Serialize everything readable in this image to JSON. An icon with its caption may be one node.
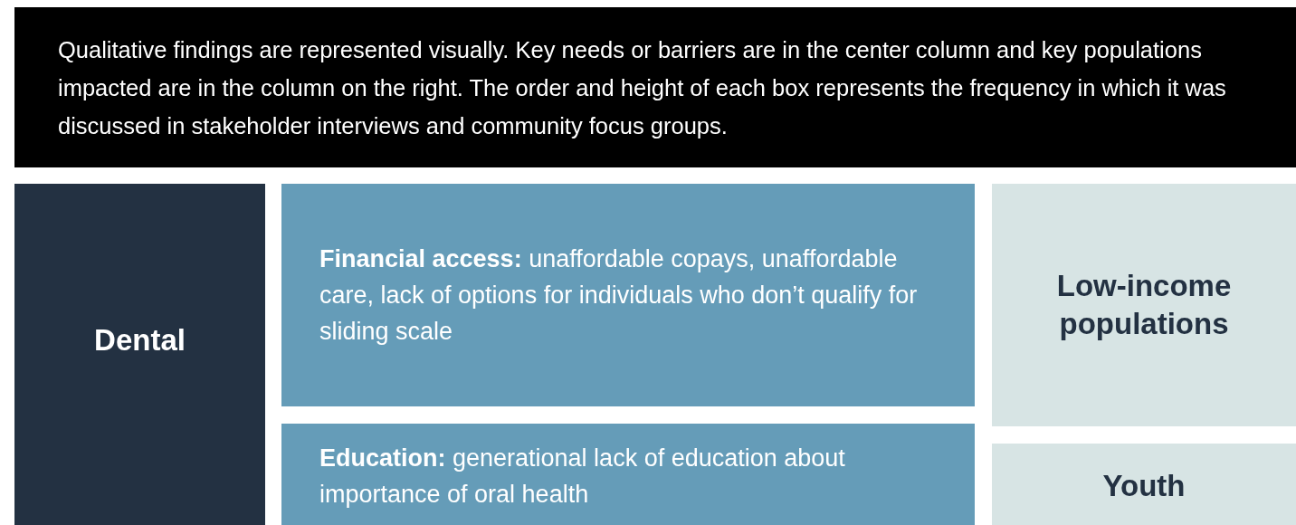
{
  "diagram": {
    "nodes": [
      {
        "text": [
          "Qualitative findings are represented visually. Key needs or barriers are in the center column and key populations impacted are in the column on the right. The order and height of each box represents the frequency in which it was discussed in stakeholder interviews and community focus groups."
        ]
      },
      {
        "text": [
          "Dental"
        ]
      },
      {
        "text": [
          "**Financial access:** unaffordable copays, unaffordable care, lack of options for individuals who don’t qualify for sliding scale"
        ]
      },
      {
        "text": [
          "**Education:** generational lack of education about importance of oral health"
        ]
      },
      {
        "text": [
          "Low-income populations"
        ]
      },
      {
        "text": [
          "Youth"
        ]
      }
    ],
    "edges": []
  }
}
